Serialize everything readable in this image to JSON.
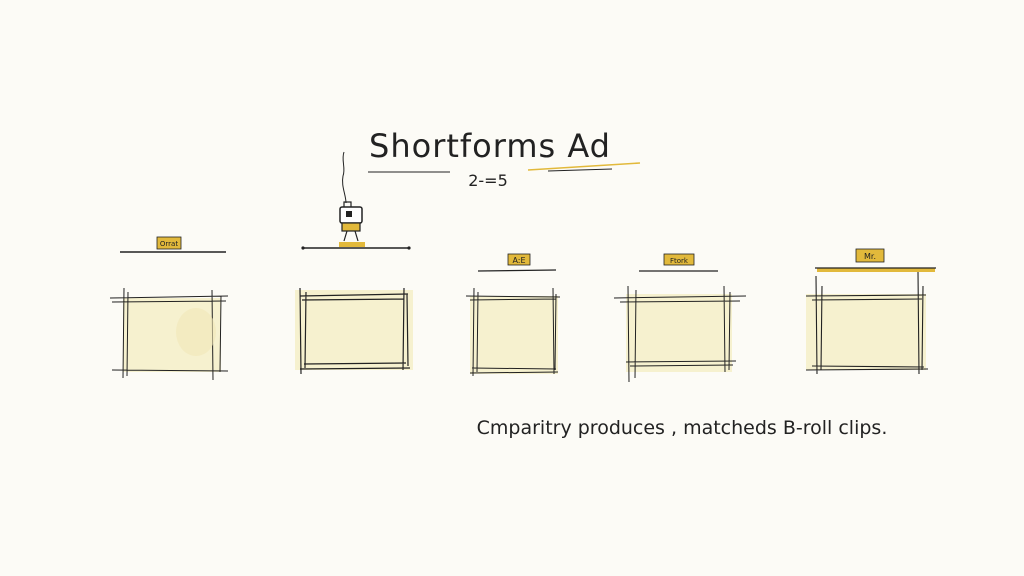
{
  "title": "Shortforms Ad",
  "subtitle": "2-=5",
  "caption": "Cmparitry produces , matcheds B-roll clips.",
  "tags": [
    "Orrat",
    "",
    "A:E",
    "Ftork",
    "Mr."
  ],
  "colors": {
    "ink": "#222222",
    "accent": "#e2b93b",
    "panel_fill": "#f6f1cf",
    "background": "#fcfbf6"
  },
  "icons": [
    "robot-icon"
  ]
}
